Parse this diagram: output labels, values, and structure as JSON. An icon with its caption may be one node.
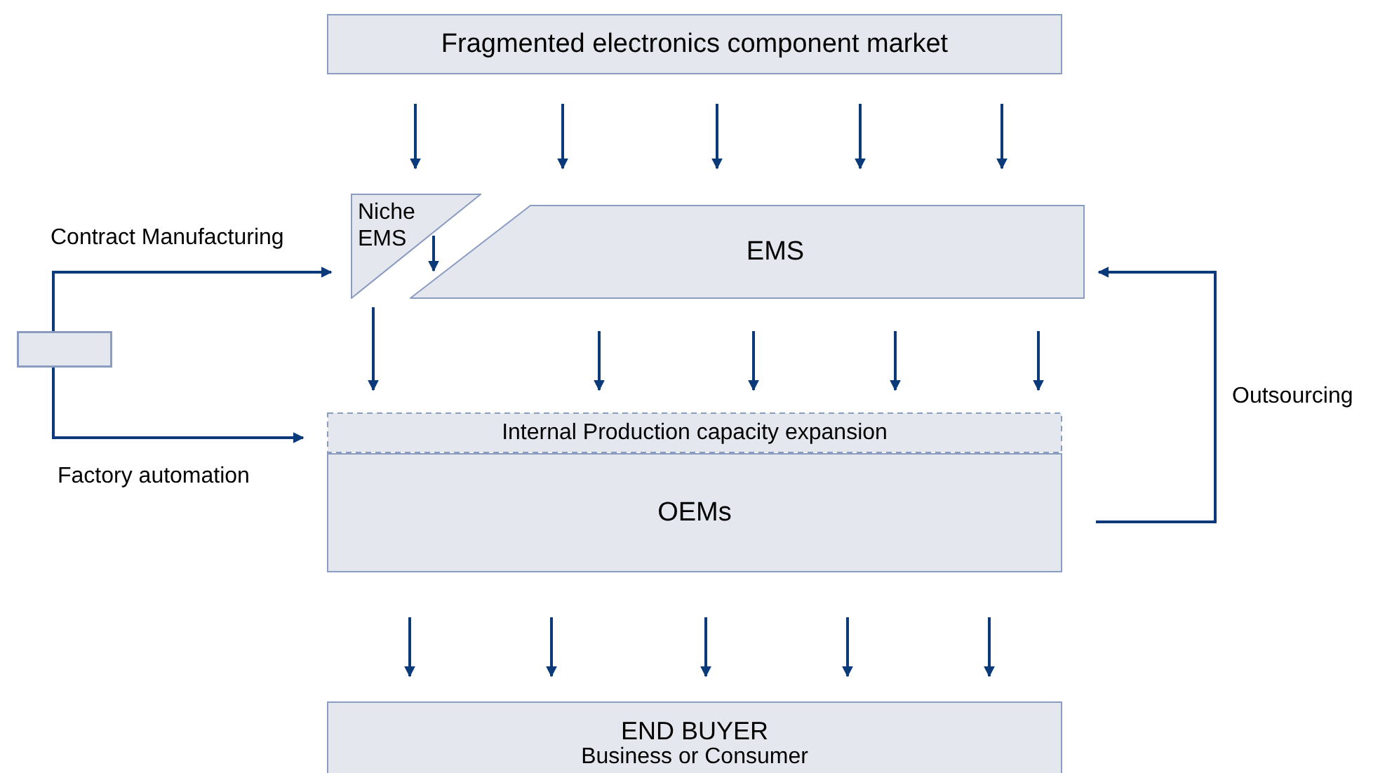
{
  "diagram": {
    "nodes": [
      {
        "text": [
          "Fragmented electronics component market"
        ]
      },
      {
        "text": [
          "Niche EMS"
        ]
      },
      {
        "text": [
          "EMS"
        ]
      },
      {
        "text": [],
        "shape": "box"
      },
      {
        "text": [
          "Internal Production capacity expansion"
        ]
      },
      {
        "text": [
          "OEMs"
        ]
      },
      {
        "text": [
          "END BUYER",
          "Business or Consumer"
        ]
      }
    ],
    "edges": [
      {
        "from": 0,
        "to": 1,
        "arrow": "to"
      },
      {
        "from": 0,
        "to": 2,
        "arrow": "to"
      },
      {
        "from": 0,
        "to": 2,
        "arrow": "to"
      },
      {
        "from": 0,
        "to": 2,
        "arrow": "to"
      },
      {
        "from": 0,
        "to": 2,
        "arrow": "to"
      },
      {
        "from": 1,
        "to": 2,
        "arrow": "to"
      },
      {
        "from": 1,
        "to": 4,
        "arrow": "to"
      },
      {
        "from": 2,
        "to": 4,
        "arrow": "to"
      },
      {
        "from": 2,
        "to": 4,
        "arrow": "to"
      },
      {
        "from": 2,
        "to": 4,
        "arrow": "to"
      },
      {
        "from": 2,
        "to": 4,
        "arrow": "to"
      },
      {
        "from": 5,
        "to": 6,
        "arrow": "to"
      },
      {
        "from": 5,
        "to": 6,
        "arrow": "to"
      },
      {
        "from": 5,
        "to": 6,
        "arrow": "to"
      },
      {
        "from": 5,
        "to": 6,
        "arrow": "to"
      },
      {
        "from": 5,
        "to": 6,
        "arrow": "to"
      },
      {
        "from": 3,
        "to": 1,
        "arrow": "to",
        "label": "Contract Manufacturing"
      },
      {
        "from": 3,
        "to": 4,
        "arrow": "to",
        "label": "Factory automation"
      },
      {
        "from": 5,
        "to": 2,
        "arrow": "to",
        "label": "Outsourcing"
      }
    ]
  }
}
